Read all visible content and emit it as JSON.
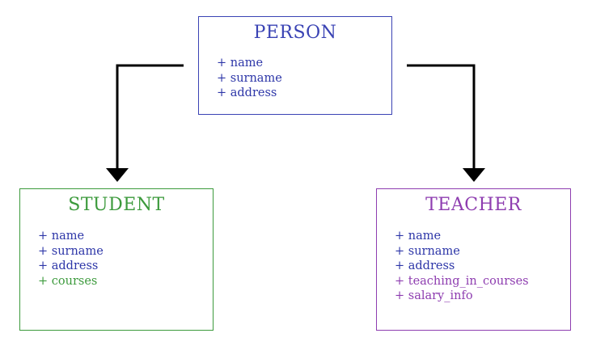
{
  "colors": {
    "person": "#3a43b4",
    "student": "#3c9a3c",
    "teacher": "#8e3db0",
    "inherited_attr": "#2d36a8",
    "arrow": "#000000"
  },
  "person": {
    "title": "PERSON",
    "attributes": [
      "+ name",
      "+ surname",
      "+ address"
    ]
  },
  "student": {
    "title": "STUDENT",
    "inherited_attributes": [
      "+ name",
      "+ surname",
      "+ address"
    ],
    "own_attributes": [
      "+ courses"
    ]
  },
  "teacher": {
    "title": "TEACHER",
    "inherited_attributes": [
      "+ name",
      "+ surname",
      "+ address"
    ],
    "own_attributes": [
      "+ teaching_in_courses",
      "+ salary_info"
    ]
  }
}
